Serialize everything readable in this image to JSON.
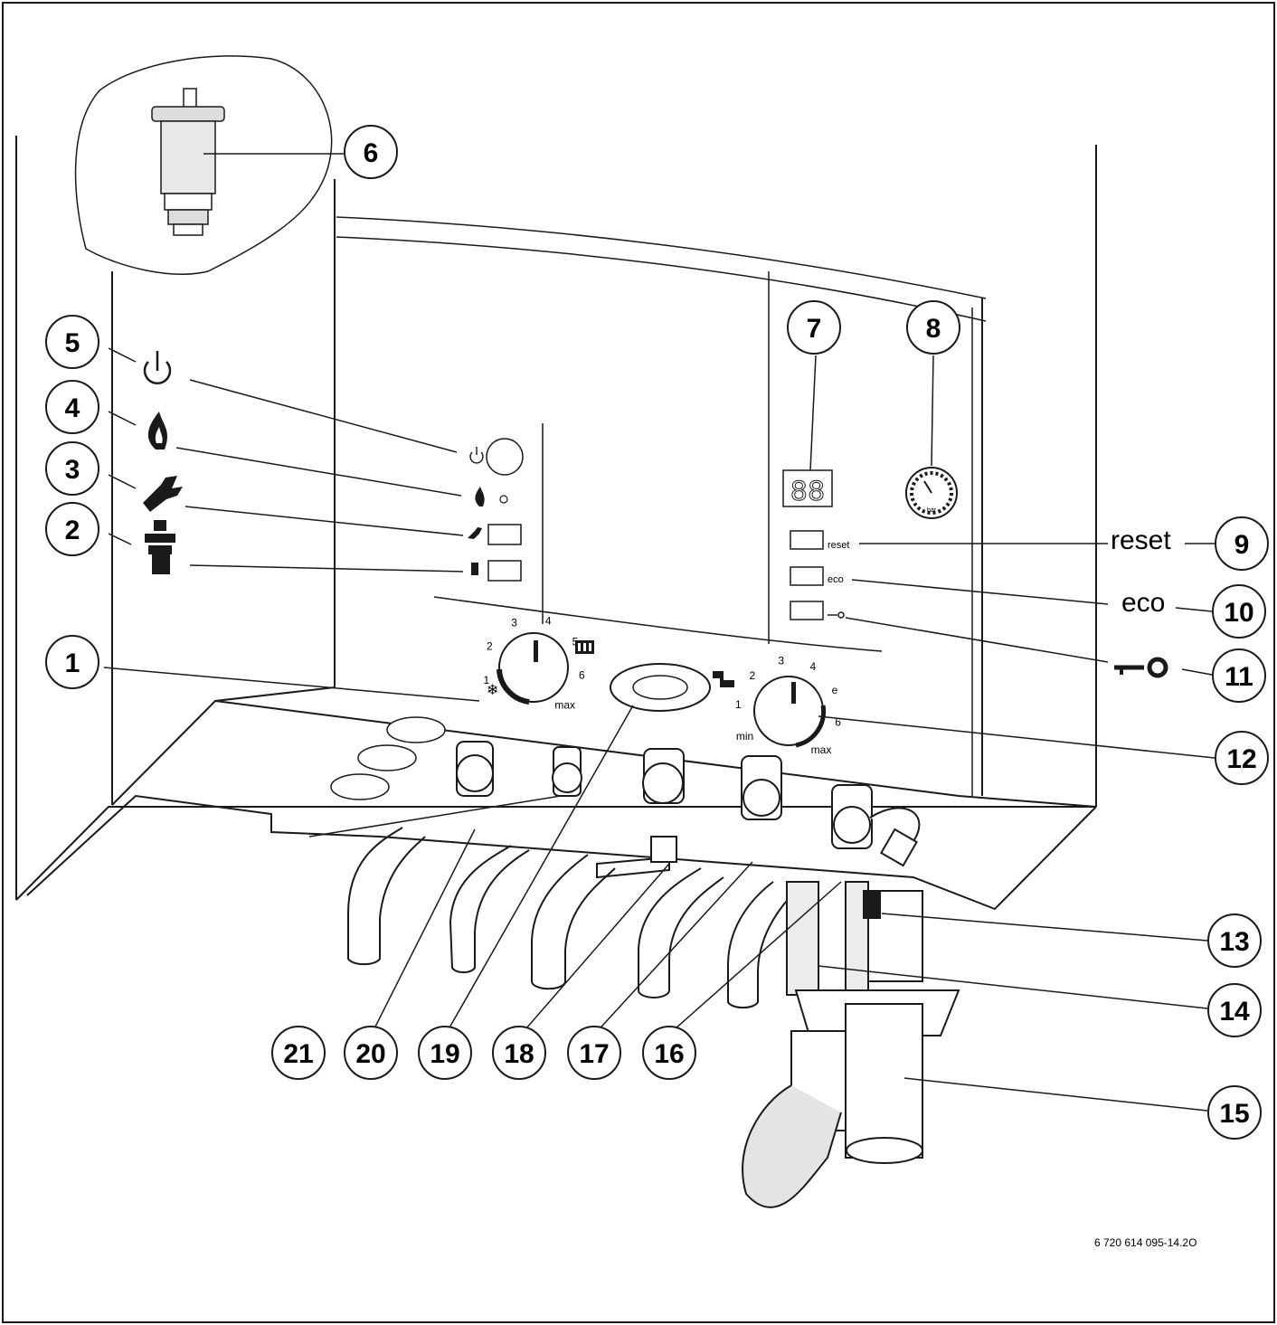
{
  "callouts": [
    {
      "n": "1"
    },
    {
      "n": "2"
    },
    {
      "n": "3"
    },
    {
      "n": "4"
    },
    {
      "n": "5"
    },
    {
      "n": "6"
    },
    {
      "n": "7"
    },
    {
      "n": "8"
    },
    {
      "n": "9"
    },
    {
      "n": "10"
    },
    {
      "n": "11"
    },
    {
      "n": "12"
    },
    {
      "n": "13"
    },
    {
      "n": "14"
    },
    {
      "n": "15"
    },
    {
      "n": "16"
    },
    {
      "n": "17"
    },
    {
      "n": "18"
    },
    {
      "n": "19"
    },
    {
      "n": "20"
    },
    {
      "n": "21"
    }
  ],
  "side_labels": {
    "reset": "reset",
    "eco": "eco"
  },
  "panel": {
    "reset_btn": "reset",
    "eco_btn": "eco",
    "display": "88",
    "gauge_unit": "bar"
  },
  "heating_dial": {
    "ticks": [
      "1",
      "2",
      "3",
      "4",
      "5",
      "6",
      "max"
    ]
  },
  "dhw_dial": {
    "ticks": [
      "min",
      "1",
      "2",
      "3",
      "4",
      "e",
      "6",
      "max"
    ]
  },
  "figure_ref": "6 720 614 095-14.2O",
  "colors": {
    "ink": "#1a1a1a",
    "fill": "#ffffff",
    "shade": "#d0d0d0"
  }
}
